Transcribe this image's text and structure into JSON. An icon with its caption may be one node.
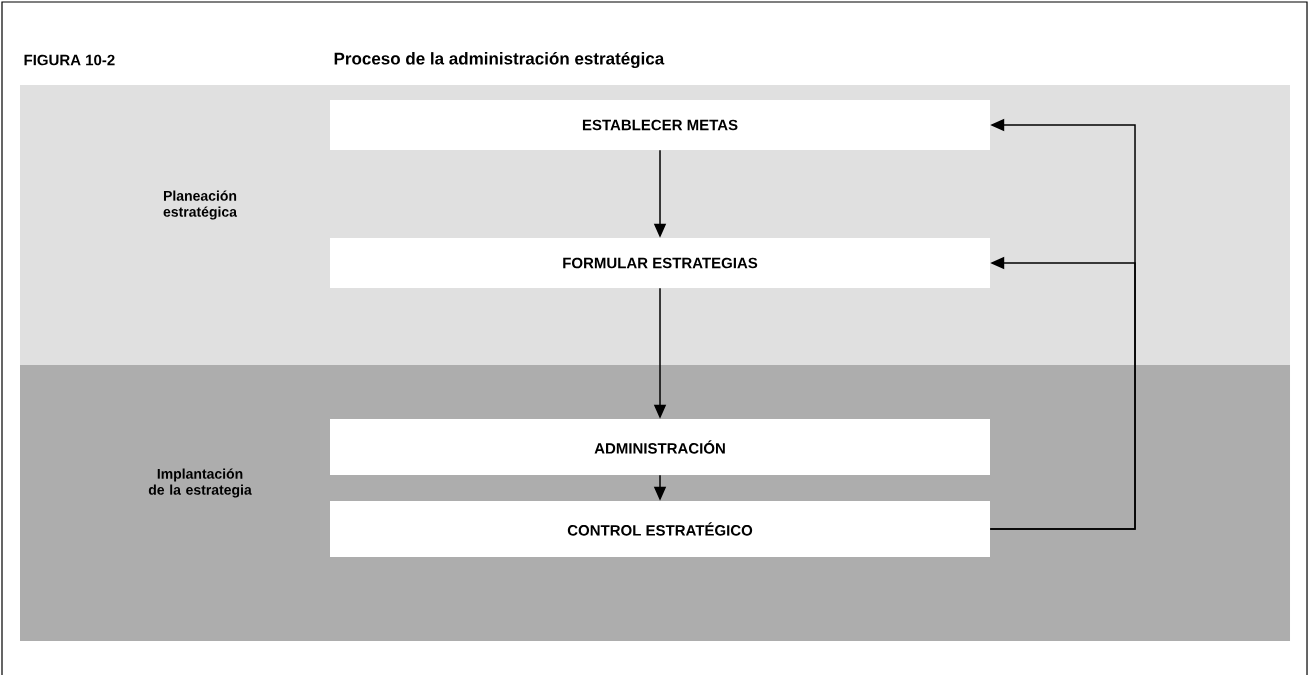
{
  "diagram": {
    "title": "Proceso de la administración estratégica",
    "nodes": [
      {
        "text": [
          "Planeación estratégica"
        ]
      },
      {
        "text": [
          "Implantación de la estrategia"
        ]
      },
      {
        "text": [
          "ESTABLECER METAS"
        ],
        "in": 0
      },
      {
        "text": [
          "FORMULAR ESTRATEGIAS"
        ],
        "in": 0
      },
      {
        "text": [
          "ADMINISTRACIÓN"
        ],
        "in": 1
      },
      {
        "text": [
          "CONTROL ESTRATÉGICO"
        ],
        "in": 1
      }
    ],
    "edges": [
      {
        "from": 2,
        "to": 3,
        "arrow": "to"
      },
      {
        "from": 3,
        "to": 4,
        "arrow": "to"
      },
      {
        "from": 4,
        "to": 5,
        "arrow": "to"
      },
      {
        "from": 5,
        "to": 2,
        "arrow": "to"
      },
      {
        "from": 5,
        "to": 3,
        "arrow": "to"
      }
    ],
    "labels": [
      "FIGURA 10-2"
    ]
  }
}
